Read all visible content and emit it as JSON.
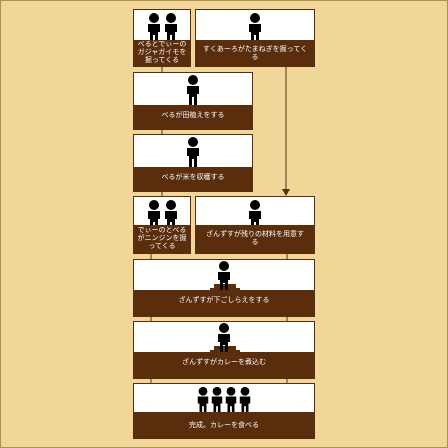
{
  "colors": {
    "background": "#f0d799",
    "band": "#5a2d0c",
    "box_bg": "#ffffff",
    "figure": "#000000",
    "connector": "#5a2d0c"
  },
  "steps": [
    {
      "id": "s1",
      "label": "べるとでぃーの\nガジャガイモを\n掘ってくる",
      "figures": 2
    },
    {
      "id": "s2",
      "label": "すくあーろがたまねぎを掘ってく\nる",
      "figures": 1
    },
    {
      "id": "s3",
      "label": "べるが田植えをする",
      "figures": 1
    },
    {
      "id": "s4",
      "label": "べるが米を収穫する",
      "figures": 1
    },
    {
      "id": "s5",
      "label": "でぃーのとべる\nがニンジンを掘\nってくる",
      "figures": 2
    },
    {
      "id": "s6",
      "label": "ざんずすが残りの材料を用意す\nる",
      "figures": 1
    },
    {
      "id": "s7",
      "label": "ざんずすが下ごしらえをする",
      "figures": 1
    },
    {
      "id": "s8",
      "label": "ざんずすがカレーを煮込む",
      "figures": 1
    },
    {
      "id": "s9",
      "label": "完成。カレーを食べる",
      "figures": 4
    }
  ]
}
